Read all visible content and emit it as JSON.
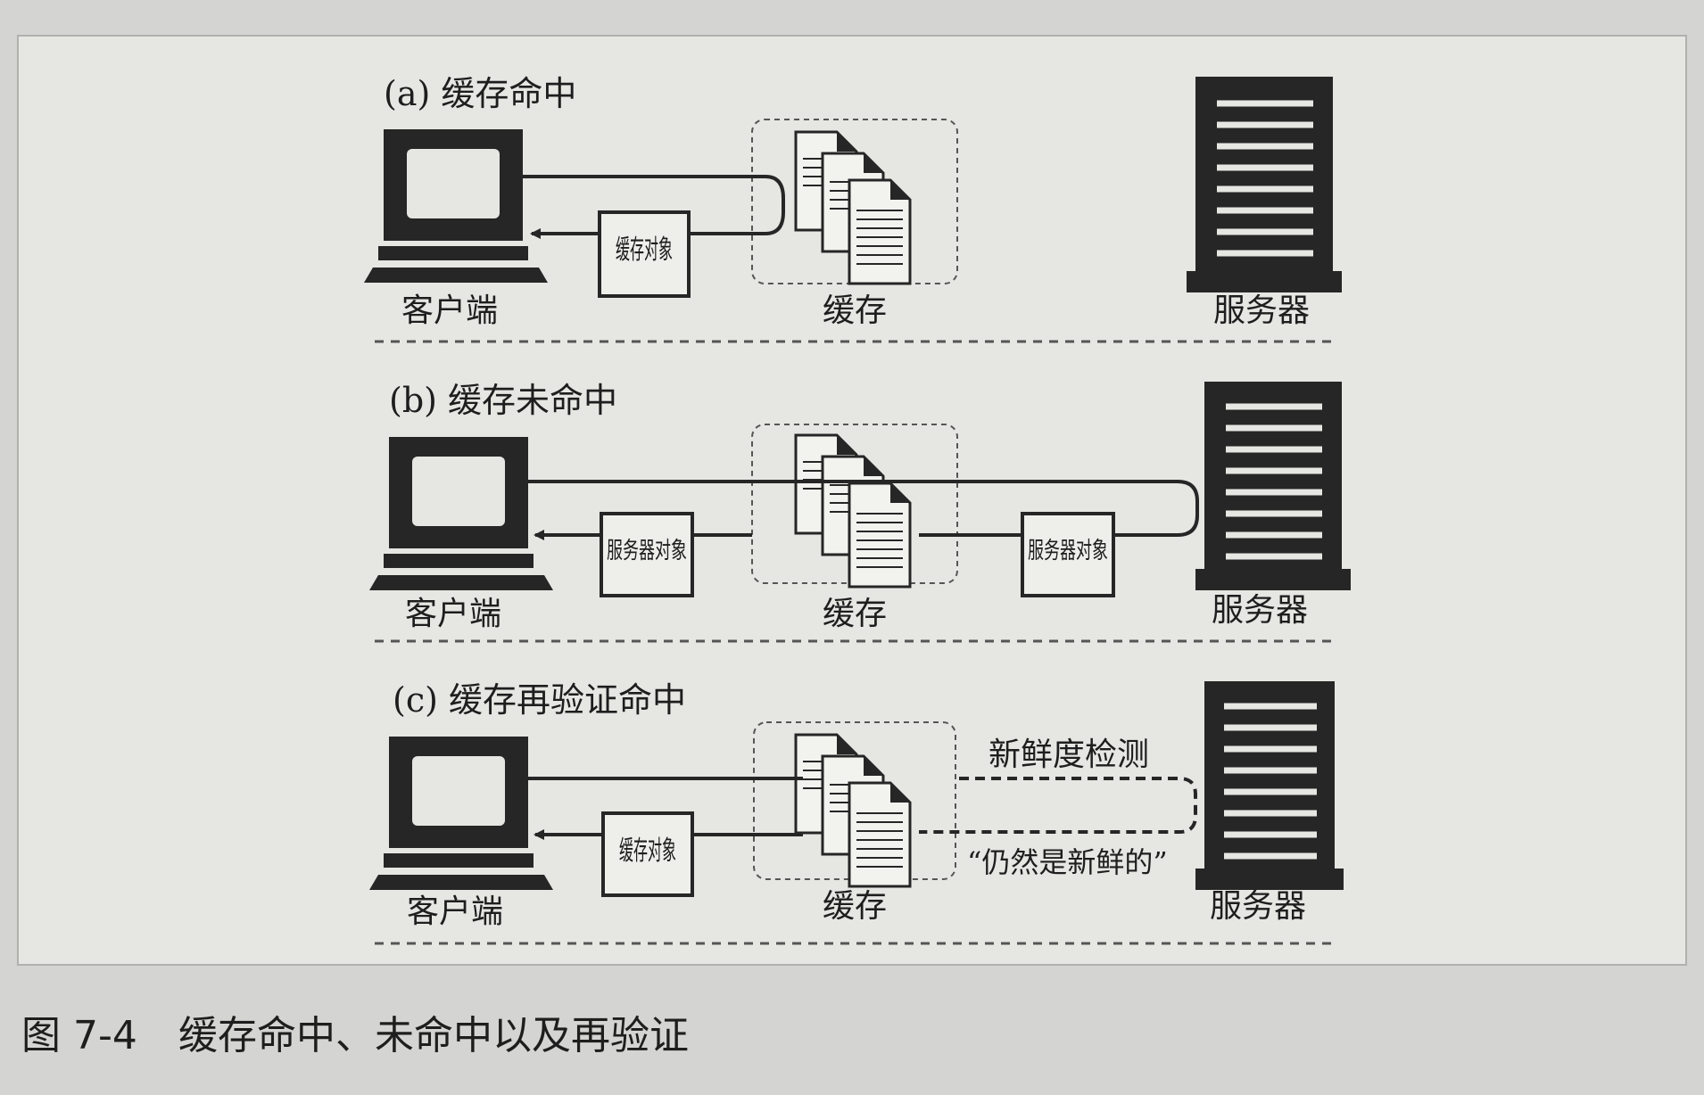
{
  "figure": {
    "caption_number": "图 7-4",
    "caption_text": "缓存命中、未命中以及再验证"
  },
  "labels": {
    "client": "客户端",
    "cache": "缓存",
    "server": "服务器"
  },
  "panels": [
    {
      "id": "a",
      "title": "(a) 缓存命中",
      "client_msg": "缓存对象"
    },
    {
      "id": "b",
      "title": "(b) 缓存未命中",
      "client_msg": "服务器对象",
      "server_msg": "服务器对象"
    },
    {
      "id": "c",
      "title": "(c) 缓存再验证命中",
      "client_msg": "缓存对象",
      "check_label": "新鲜度检测",
      "response_label": "“仍然是新鲜的”"
    }
  ],
  "colors": {
    "background": "#d4d4d2",
    "panel": "#e6e6e3",
    "ink": "#262626"
  }
}
